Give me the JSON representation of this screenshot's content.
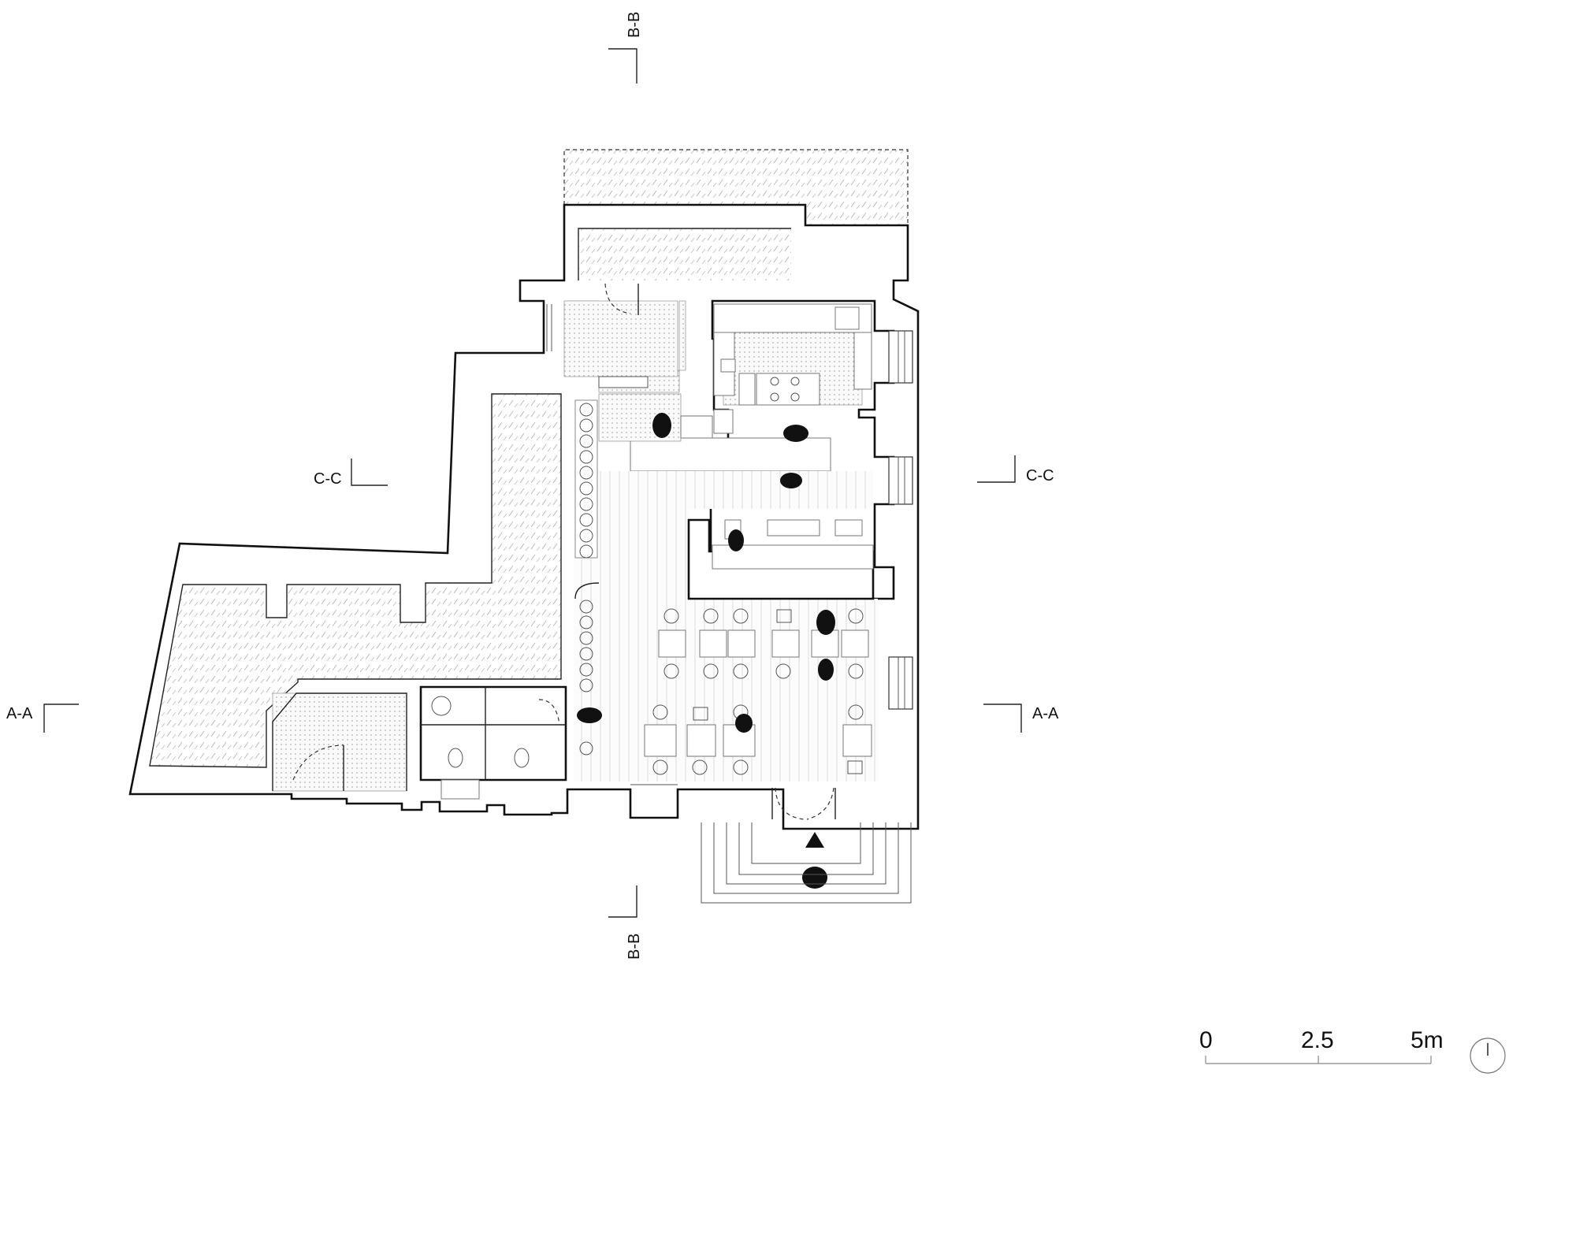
{
  "drawing": {
    "type": "floor-plan",
    "section_markers": {
      "a_left": "A-A",
      "a_right": "A-A",
      "b_top": "B-B",
      "b_bottom": "B-B",
      "c_left": "C-C",
      "c_right": "C-C"
    },
    "scale_bar": {
      "labels": [
        "0",
        "2.5",
        "5m"
      ],
      "unit": "m",
      "length_m": 5
    },
    "north_arrow_icon": "north-arrow-icon",
    "colors": {
      "line": "#111111",
      "hatch": "#bbbbbb",
      "background": "#ffffff"
    }
  }
}
